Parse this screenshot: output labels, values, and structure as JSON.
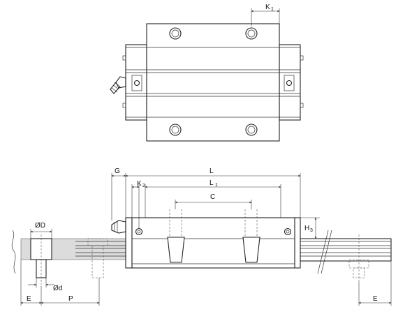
{
  "labels": {
    "k1": "K",
    "k1_sub": "1",
    "g": "G",
    "l": "L",
    "k2": "K",
    "k2_sub": "2",
    "l1": "L",
    "l1_sub": "1",
    "c": "C",
    "h3": "H",
    "h3_sub": "3",
    "od": "ØD",
    "odd": "Ød",
    "e_left": "E",
    "p": "P",
    "e_right": "E"
  },
  "colors": {
    "line": "#222222",
    "rail_shade": "#dcdcdc"
  }
}
